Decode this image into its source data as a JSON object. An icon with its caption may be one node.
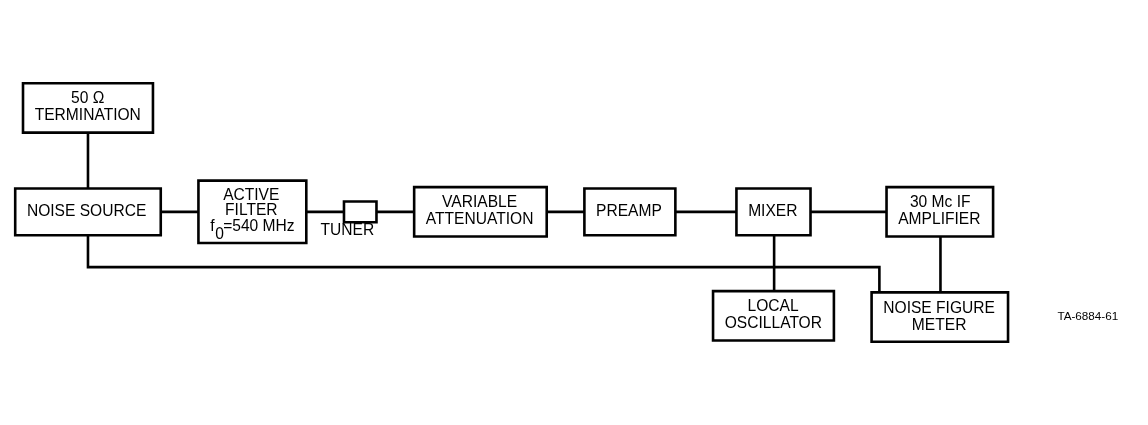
{
  "diagram": {
    "nodes": [
      {
        "text": [
          "50 Ω TERMINATION"
        ]
      },
      {
        "text": [
          "NOISE SOURCE"
        ]
      },
      {
        "text": [
          "ACTIVE FILTER f$_{0}$=540 MHz"
        ]
      },
      {
        "text": [],
        "shape": "box",
        "beside": [
          "TUNER"
        ]
      },
      {
        "text": [
          "VARIABLE ATTENUATION"
        ]
      },
      {
        "text": [
          "PREAMP"
        ]
      },
      {
        "text": [
          "MIXER"
        ]
      },
      {
        "text": [
          "30 Mc IF AMPLIFIER"
        ]
      },
      {
        "text": [
          "LOCAL OSCILLATOR"
        ]
      },
      {
        "text": [
          "NOISE FIGURE METER"
        ]
      }
    ],
    "edges": [
      {
        "from": 0,
        "to": 1,
        "arrow": "none"
      },
      {
        "from": 1,
        "to": 2,
        "arrow": "none"
      },
      {
        "from": 2,
        "to": 3,
        "arrow": "none"
      },
      {
        "from": 3,
        "to": 4,
        "arrow": "none"
      },
      {
        "from": 4,
        "to": 5,
        "arrow": "none"
      },
      {
        "from": 5,
        "to": 6,
        "arrow": "none"
      },
      {
        "from": 6,
        "to": 7,
        "arrow": "none"
      },
      {
        "from": 6,
        "to": 8,
        "arrow": "none"
      },
      {
        "from": 7,
        "to": 9,
        "arrow": "none"
      },
      {
        "from": 1,
        "to": 9,
        "arrow": "none"
      }
    ],
    "labels": [
      "TA-6884-61"
    ]
  }
}
